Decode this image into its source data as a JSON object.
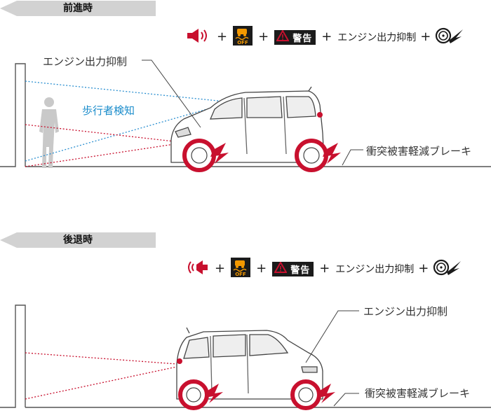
{
  "forward": {
    "header": "前進時",
    "sequence": {
      "warning_label": "警告",
      "engine_label": "エンジン出力抑制",
      "plus": "+"
    },
    "labels": {
      "engine_output": "エンジン出力抑制",
      "pedestrian": "歩行者検知",
      "brake": "衝突被害軽減ブレーキ"
    }
  },
  "reverse": {
    "header": "後退時",
    "sequence": {
      "warning_label": "警告",
      "engine_label": "エンジン出力抑制",
      "plus": "+"
    },
    "labels": {
      "engine_output": "エンジン出力抑制",
      "brake": "衝突被害軽減ブレーキ"
    }
  },
  "colors": {
    "accent_red": "#c8102e",
    "sensor_blue": "#2a8fd0",
    "header_gray": "#d2d2d2",
    "icon_orange": "#f39800"
  },
  "icons": [
    "speaker-icon",
    "reverse-speaker-icon",
    "slip-off-icon",
    "warning-triangle-icon",
    "brake-icon"
  ]
}
